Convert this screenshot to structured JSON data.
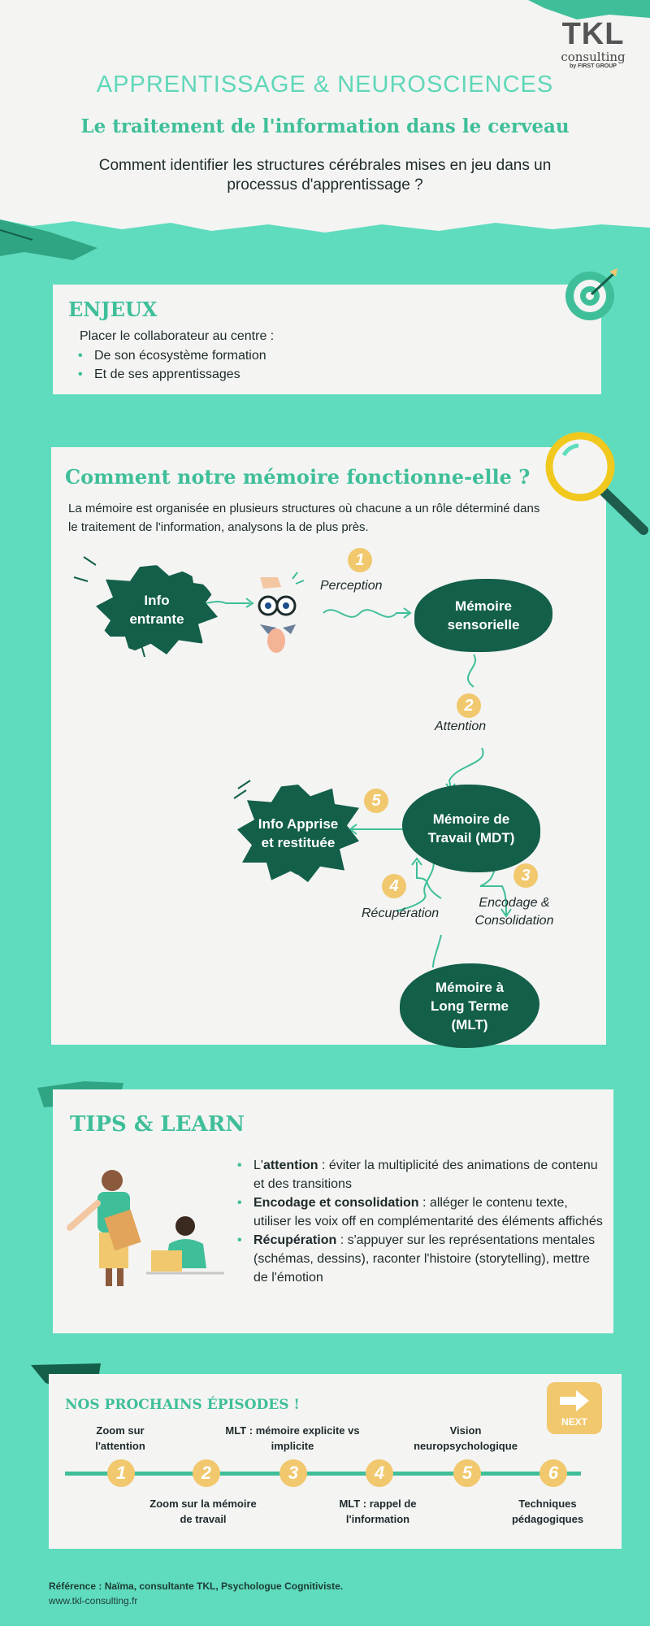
{
  "brand": {
    "logo_main": "TKL",
    "logo_sub": "consulting",
    "logo_by": "by FIRST GROUP"
  },
  "header": {
    "title": "APPRENTISSAGE & NEUROSCIENCES",
    "subtitle": "Le traitement de l'information dans le cerveau",
    "question": "Comment identifier les structures cérébrales mises en jeu dans un processus d'apprentissage ?"
  },
  "enjeux": {
    "heading": "ENJEUX",
    "intro": "Placer le collaborateur au centre :",
    "items": [
      "De son écosystème formation",
      "Et de ses apprentissages"
    ]
  },
  "memoire": {
    "heading": "Comment notre mémoire fonctionne-elle ?",
    "intro": "La mémoire est organisée en plusieurs structures où chacune a un rôle déterminé dans le traitement de l'information, analysons la de plus près.",
    "info_entrante": "Info entrante",
    "memoire_sensorielle": "Mémoire sensorielle",
    "memoire_travail": "Mémoire de Travail (MDT)",
    "memoire_long_terme": "Mémoire à Long Terme (MLT)",
    "info_apprise": "Info Apprise et restituée",
    "steps": [
      {
        "num": "1",
        "label": "Perception"
      },
      {
        "num": "2",
        "label": "Attention"
      },
      {
        "num": "3",
        "label": "Encodage & Consolidation"
      },
      {
        "num": "4",
        "label": "Récupération"
      },
      {
        "num": "5",
        "label": ""
      }
    ]
  },
  "tips": {
    "heading": "TIPS & LEARN",
    "items": [
      {
        "bold": "attention",
        "prefix": "L'",
        "text": " : éviter la multiplicité des animations de contenu et des transitions"
      },
      {
        "bold": "Encodage et consolidation",
        "prefix": "",
        "text": " : alléger le contenu texte, utiliser les voix off en complémentarité des éléments affichés"
      },
      {
        "bold": "Récupération",
        "prefix": "",
        "text": " : s'appuyer sur les représentations mentales (schémas, dessins), raconter l'histoire (storytelling), mettre de l'émotion"
      }
    ]
  },
  "episodes": {
    "heading": "NOS PROCHAINS ÉPISODES !",
    "next_label": "NEXT",
    "items": [
      {
        "num": "1",
        "label": "Zoom sur l'attention"
      },
      {
        "num": "2",
        "label": "Zoom sur la mémoire de travail"
      },
      {
        "num": "3",
        "label": "MLT : mémoire explicite vs implicite"
      },
      {
        "num": "4",
        "label": "MLT : rappel de l'information"
      },
      {
        "num": "5",
        "label": "Vision neuropsychologique"
      },
      {
        "num": "6",
        "label": "Techniques pédagogiques"
      }
    ]
  },
  "footer": {
    "reference": "Référence : Naïma, consultante TKL, Psychologue Cognitiviste.",
    "website": "www.tkl-consulting.fr"
  },
  "colors": {
    "accent": "#5fdcbd",
    "dark_green": "#135f49",
    "teal_text": "#3fbf99",
    "yellow": "#f1c86e",
    "card": "#f4f4f3"
  }
}
